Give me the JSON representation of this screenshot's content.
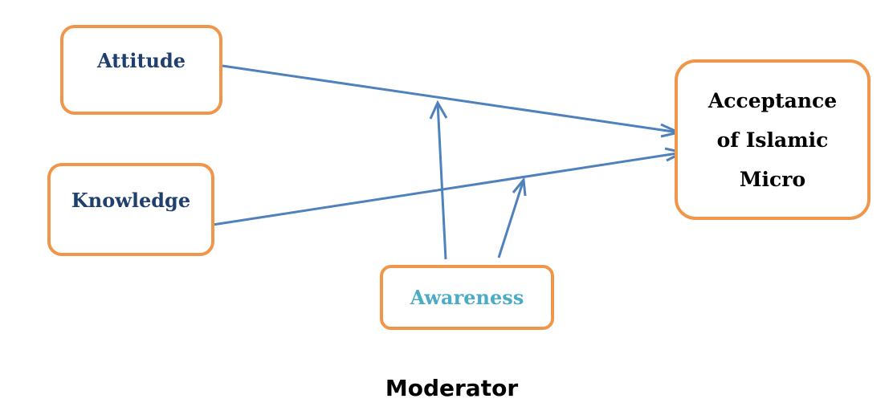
{
  "nodes": {
    "attitude": "Attitude",
    "knowledge": "Knowledge",
    "acceptance": "Acceptance\nof Islamic\nMicro",
    "awareness": "Awareness"
  },
  "caption": "Moderator",
  "colors": {
    "box_border": "#F0964A",
    "arrow": "#4F81BD",
    "independent_text": "#1F3F6E",
    "dependent_text": "#000000",
    "moderator_text": "#4BACC6"
  },
  "edges": [
    {
      "from": "Attitude",
      "to": "Acceptance of Islamic Micro"
    },
    {
      "from": "Knowledge",
      "to": "Acceptance of Islamic Micro"
    },
    {
      "from": "Awareness",
      "to": "Attitude → Acceptance of Islamic Micro"
    },
    {
      "from": "Awareness",
      "to": "Knowledge → Acceptance of Islamic Micro"
    }
  ]
}
